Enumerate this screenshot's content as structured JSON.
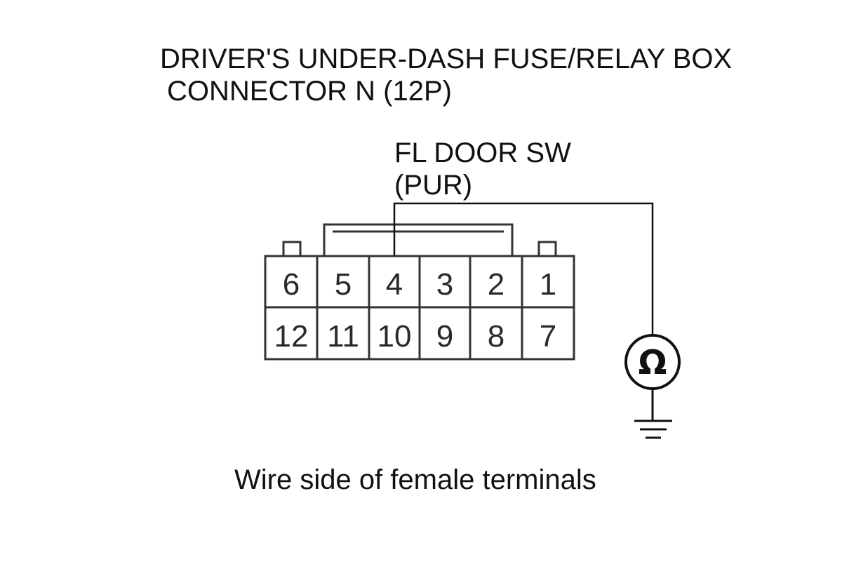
{
  "title": {
    "line1": "DRIVER'S UNDER-DASH FUSE/RELAY BOX",
    "line2": "CONNECTOR N (12P)"
  },
  "wire_label": {
    "line1": "FL DOOR SW",
    "line2": "(PUR)"
  },
  "connector": {
    "top_row": [
      "6",
      "5",
      "4",
      "3",
      "2",
      "1"
    ],
    "bottom_row": [
      "12",
      "11",
      "10",
      "9",
      "8",
      "7"
    ],
    "probed_terminal": "4"
  },
  "meter_symbol": "Ω",
  "meter_icon": "ohmmeter-icon",
  "ground_icon": "ground-icon",
  "caption": "Wire side of female terminals"
}
